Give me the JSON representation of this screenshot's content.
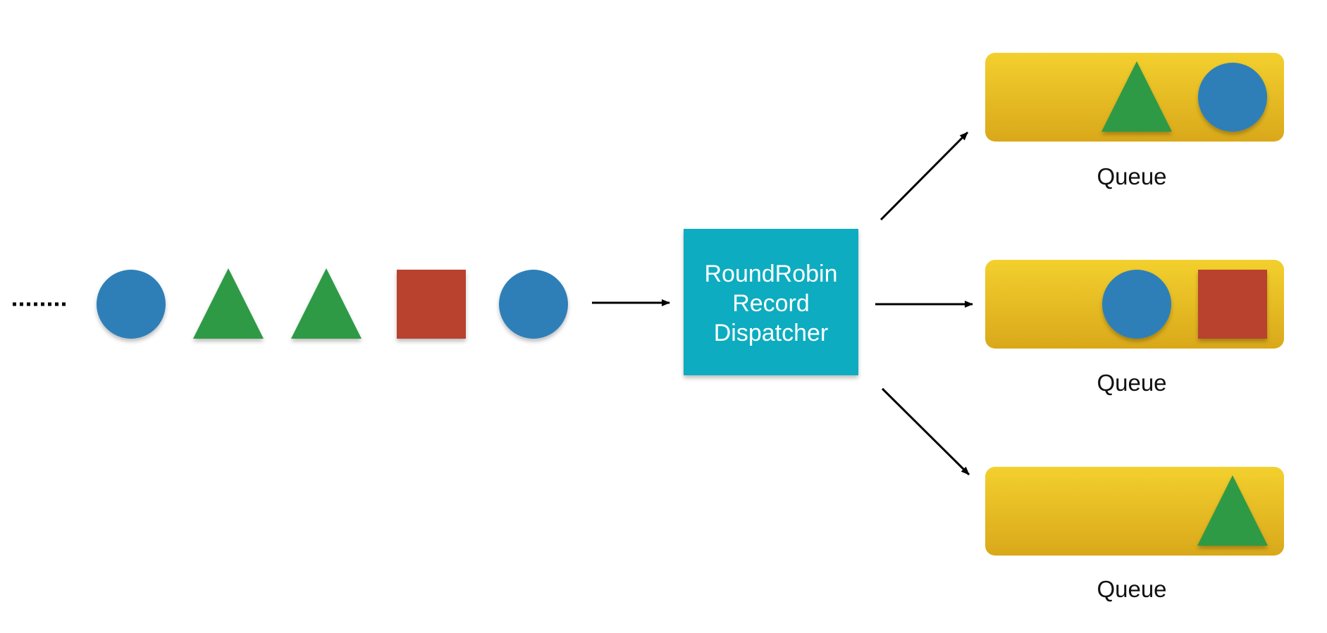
{
  "colors": {
    "circle": "#2e7fb8",
    "triangle": "#2f9a45",
    "square": "#b8432e",
    "dispatcher": "#07acc0",
    "queue_top": "#f3d02e",
    "queue_bottom": "#d9a81a",
    "arrow": "#000000"
  },
  "stream": {
    "ellipsis": "dotted-line",
    "items": [
      "circle",
      "triangle",
      "triangle",
      "square",
      "circle"
    ]
  },
  "dispatcher": {
    "lines": [
      "RoundRobin",
      "Record",
      "Dispatcher"
    ]
  },
  "queues": [
    {
      "label": "Queue",
      "items": [
        "triangle",
        "circle"
      ]
    },
    {
      "label": "Queue",
      "items": [
        "circle",
        "square"
      ]
    },
    {
      "label": "Queue",
      "items": [
        "triangle"
      ]
    }
  ]
}
